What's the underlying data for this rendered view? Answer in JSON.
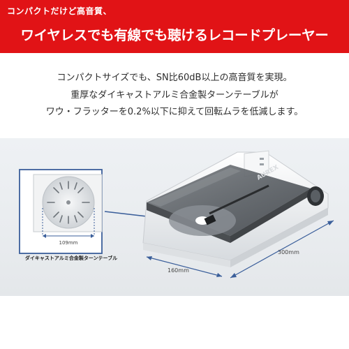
{
  "banner": {
    "kicker": "コンパクトだけど高音質、",
    "headline": "ワイヤレスでも有線でも聴けるレコードプレーヤー"
  },
  "description": {
    "lines": [
      "コンパクトサイズでも、SN比60dB以上の高音質を実現。",
      "重厚なダイキャストアルミ合金製ターンテーブルが",
      "ワウ・フラッターを0.2%以下に抑えて回転ムラを低減します。"
    ]
  },
  "product": {
    "brand": "AUREX",
    "turntable_dimension": "109mm",
    "depth_dimension": "160mm",
    "width_dimension": "300mm",
    "caption": "ダイキャストアルミ合金製ターンテーブル"
  },
  "colors": {
    "banner_red": "#e11316",
    "accent_blue": "#3a5e9a",
    "background_band": "#eaedf0"
  }
}
